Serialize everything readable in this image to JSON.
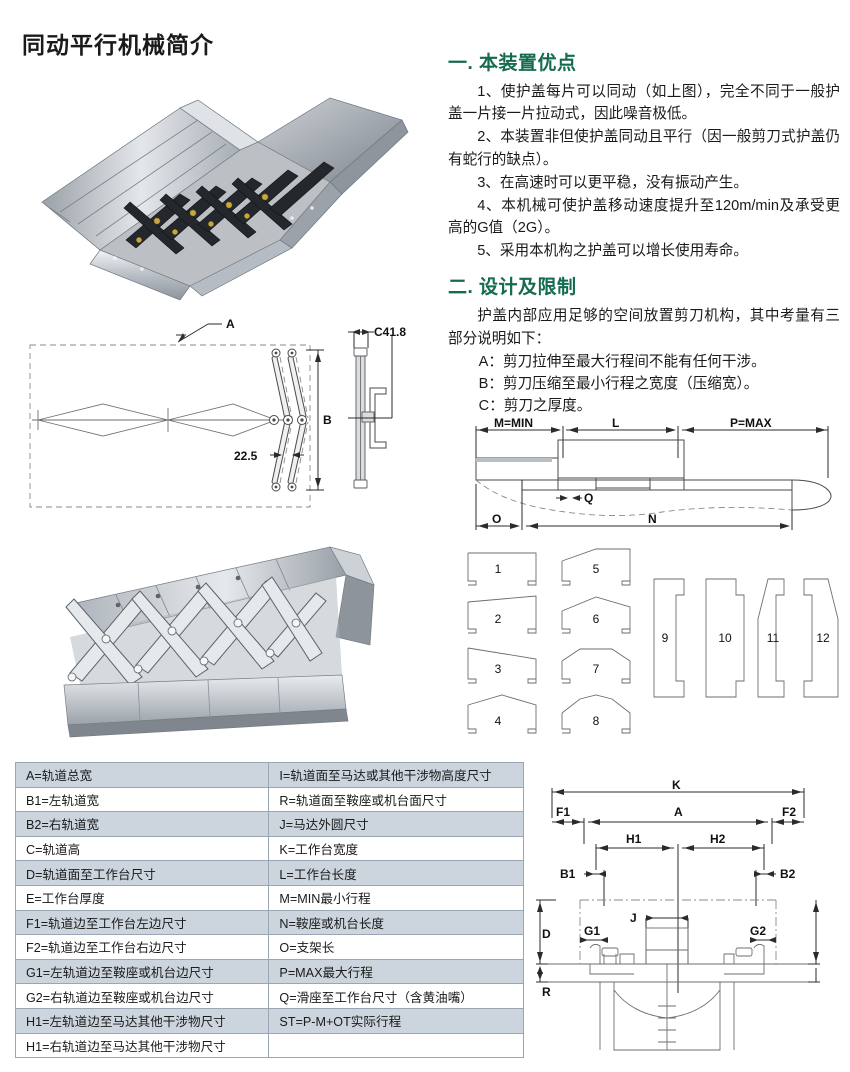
{
  "page": {
    "title": "同动平行机械简介"
  },
  "photos": [
    {
      "name": "v-shaped-telescopic-cover-photo",
      "caption": ""
    },
    {
      "name": "flat-telescopic-cover-photo",
      "caption": ""
    }
  ],
  "sections": [
    {
      "heading": "一. 本装置优点",
      "color": "#156b51",
      "paragraphs": [
        "1、使护盖每片可以同动（如上图），完全不同于一般护盖一片接一片拉动式，因此噪音极低。",
        "2、本装置非但使护盖同动且平行（因一般剪刀式护盖仍有蛇行的缺点）。",
        "3、在高速时可以更平稳，没有振动产生。",
        "4、本机械可使护盖移动速度提升至120m/min及承受更高的G值（2G）。",
        "5、采用本机构之护盖可以增长使用寿命。"
      ]
    },
    {
      "heading": "二. 设计及限制",
      "color": "#156b51",
      "paragraphs": [
        "护盖内部应用足够的空间放置剪刀机构，其中考量有三部分说明如下："
      ],
      "items": [
        "A：剪刀拉伸至最大行程间不能有任何干涉。",
        "B：剪刀压缩至最小行程之宽度（压缩宽）。",
        "C：剪刀之厚度。"
      ]
    }
  ],
  "drawings": {
    "plan_view": {
      "name": "scissor-plan-view",
      "labels": [
        "A",
        "B",
        "22.5",
        "C41.8"
      ]
    },
    "stroke_view": {
      "name": "stroke-dimension-view",
      "labels": [
        "M=MIN",
        "L",
        "P=MAX",
        "Q",
        "O",
        "N"
      ]
    },
    "profiles": {
      "name": "cover-profile-shapes",
      "numbers": [
        "1",
        "2",
        "3",
        "4",
        "5",
        "6",
        "7",
        "8",
        "9",
        "10",
        "11",
        "12"
      ]
    },
    "cross_section": {
      "name": "rail-cross-section-view",
      "labels": [
        "K",
        "F1",
        "F2",
        "A",
        "H1",
        "H2",
        "B1",
        "B2",
        "D",
        "G1",
        "G2",
        "J",
        "R"
      ]
    }
  },
  "legend_table": {
    "rows": [
      {
        "left": "A=轨道总宽",
        "right": "I=轨道面至马达或其他干涉物高度尺寸"
      },
      {
        "left": "B1=左轨道宽",
        "right": "R=轨道面至鞍座或机台面尺寸"
      },
      {
        "left": "B2=右轨道宽",
        "right": "J=马达外圆尺寸"
      },
      {
        "left": "C=轨道高",
        "right": "K=工作台宽度"
      },
      {
        "left": "D=轨道面至工作台尺寸",
        "right": "L=工作台长度"
      },
      {
        "left": "E=工作台厚度",
        "right": "M=MIN最小行程"
      },
      {
        "left": "F1=轨道边至工作台左边尺寸",
        "right": "N=鞍座或机台长度"
      },
      {
        "left": "F2=轨道边至工作台右边尺寸",
        "right": "O=支架长"
      },
      {
        "left": "G1=左轨道边至鞍座或机台边尺寸",
        "right": "P=MAX最大行程"
      },
      {
        "left": "G2=右轨道边至鞍座或机台边尺寸",
        "right": "Q=滑座至工作台尺寸（含黄油嘴）"
      },
      {
        "left": "H1=左轨道边至马达其他干涉物尺寸",
        "right": "ST=P-M+OT实际行程"
      },
      {
        "left": "H1=右轨道边至马达其他干涉物尺寸",
        "right": ""
      }
    ]
  }
}
